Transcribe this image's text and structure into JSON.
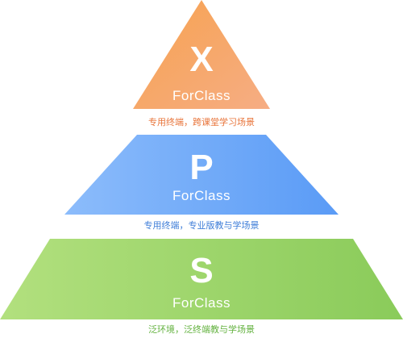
{
  "tiers": [
    {
      "letter": "X",
      "brand": "ForClass",
      "caption": "专用终端，跨课堂学习场景",
      "color_start": "#f7a24f",
      "color_end": "#f6ad84",
      "caption_color": "#e8743a"
    },
    {
      "letter": "P",
      "brand": "ForClass",
      "caption": "专用终端，专业版教与学场景",
      "color_start": "#8cbcfb",
      "color_end": "#5a9bf6",
      "caption_color": "#3f7ed8"
    },
    {
      "letter": "S",
      "brand": "ForClass",
      "caption": "泛环境，泛终端教与学场景",
      "color_start": "#b2e07e",
      "color_end": "#8acb5a",
      "caption_color": "#63b23f"
    }
  ]
}
